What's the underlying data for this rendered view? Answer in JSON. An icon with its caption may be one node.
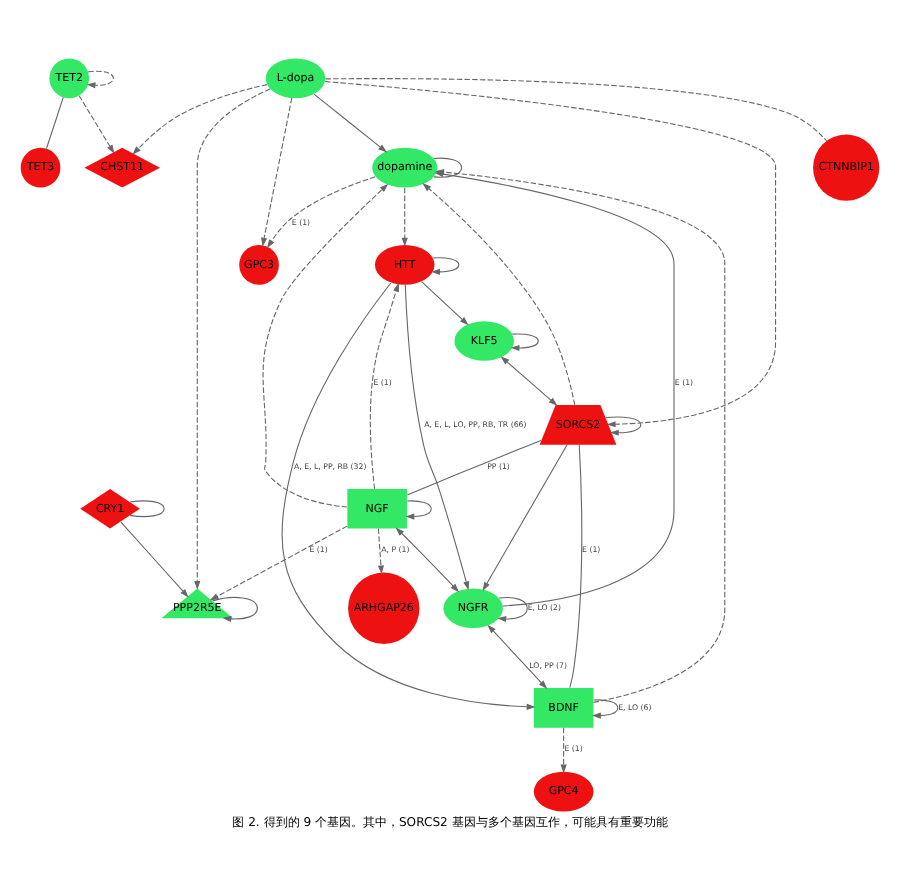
{
  "diagram": {
    "caption": "图 2. 得到的 9 个基因。其中，SORCS2 基因与多个基因互作，可能具有重要功能",
    "nodes": [
      {
        "text": [
          "TET2"
        ]
      },
      {
        "text": [
          "TET3"
        ]
      },
      {
        "text": [
          "CHST11"
        ]
      },
      {
        "text": [
          "CTNNBIP1"
        ]
      },
      {
        "text": [
          "L-dopa"
        ]
      },
      {
        "text": [
          "GPC3"
        ]
      },
      {
        "text": [
          "dopamine"
        ]
      },
      {
        "text": [
          "GPC4"
        ]
      },
      {
        "text": [
          "SORCS2"
        ]
      },
      {
        "text": [
          "BDNF"
        ]
      },
      {
        "text": [
          "CRY1"
        ]
      },
      {
        "text": [
          "PPP2R5E"
        ]
      },
      {
        "text": [
          "NGFR"
        ]
      },
      {
        "text": [
          "NGF"
        ]
      },
      {
        "text": [
          "HTT"
        ]
      },
      {
        "text": [
          "ARHGAP26"
        ]
      },
      {
        "text": [
          "KLF5"
        ]
      }
    ],
    "edges": [
      {
        "from": 0,
        "to": 0,
        "arrow": "to",
        "style": "dashed"
      },
      {
        "from": 0,
        "to": 1,
        "arrow": "none"
      },
      {
        "from": 0,
        "to": 2,
        "arrow": "to",
        "style": "dashed"
      },
      {
        "from": 4,
        "to": 2,
        "arrow": "to",
        "style": "dashed"
      },
      {
        "from": 4,
        "to": 3,
        "arrow": "none",
        "style": "dashed"
      },
      {
        "from": 4,
        "to": 5,
        "arrow": "to",
        "style": "dashed"
      },
      {
        "from": 4,
        "to": 6,
        "arrow": "to"
      },
      {
        "from": 4,
        "to": 8,
        "arrow": "to",
        "style": "dashed"
      },
      {
        "from": 4,
        "to": 11,
        "arrow": "to",
        "style": "dashed"
      },
      {
        "from": 6,
        "to": 5,
        "arrow": "to",
        "style": "dashed",
        "label": "E (1)"
      },
      {
        "from": 6,
        "to": 6,
        "arrow": "none"
      },
      {
        "from": 8,
        "to": 8,
        "arrow": "to"
      },
      {
        "from": 8,
        "to": 6,
        "arrow": "to",
        "style": "dashed"
      },
      {
        "from": 8,
        "to": 9,
        "arrow": "none",
        "label": "E (1)"
      },
      {
        "from": 8,
        "to": 12,
        "arrow": "to"
      },
      {
        "from": 8,
        "to": 13,
        "arrow": "none",
        "label": "PP (1)"
      },
      {
        "from": 16,
        "to": 8,
        "arrow": "both"
      },
      {
        "from": 10,
        "to": 10,
        "arrow": "none"
      },
      {
        "from": 10,
        "to": 11,
        "arrow": "to"
      },
      {
        "from": 11,
        "to": 11,
        "arrow": "to"
      },
      {
        "from": 13,
        "to": 11,
        "arrow": "to",
        "style": "dashed",
        "label": "E (1)"
      },
      {
        "from": 13,
        "to": 13,
        "arrow": "to"
      },
      {
        "from": 13,
        "to": 6,
        "arrow": "to",
        "style": "dashed"
      },
      {
        "from": 13,
        "to": 12,
        "arrow": "both"
      },
      {
        "from": 13,
        "to": 14,
        "arrow": "to",
        "style": "dashed",
        "label": "E (1)"
      },
      {
        "from": 13,
        "to": 15,
        "arrow": "to",
        "style": "dashed",
        "label": "A, P (1)"
      },
      {
        "from": 12,
        "to": 12,
        "arrow": "to",
        "label": "E, LO (2)"
      },
      {
        "from": 12,
        "to": 6,
        "arrow": "to",
        "label": "E (1)"
      },
      {
        "from": 12,
        "to": 9,
        "arrow": "both",
        "label": "LO, PP (7)"
      },
      {
        "from": 14,
        "to": 12,
        "arrow": "to",
        "label": "A, E, L, LO, PP, RB, TR (66)"
      },
      {
        "from": 9,
        "to": 9,
        "arrow": "to",
        "label": "E, LO (6)"
      },
      {
        "from": 9,
        "to": 6,
        "arrow": "to",
        "style": "dashed"
      },
      {
        "from": 9,
        "to": 7,
        "arrow": "to",
        "style": "dashed",
        "label": "E (1)"
      },
      {
        "from": 14,
        "to": 9,
        "arrow": "to",
        "label": "A, E, L, PP, RB (32)"
      },
      {
        "from": 6,
        "to": 14,
        "arrow": "to",
        "style": "dashed"
      },
      {
        "from": 14,
        "to": 14,
        "arrow": "to"
      },
      {
        "from": 14,
        "to": 16,
        "arrow": "to"
      },
      {
        "from": 16,
        "to": 16,
        "arrow": "to"
      }
    ]
  }
}
